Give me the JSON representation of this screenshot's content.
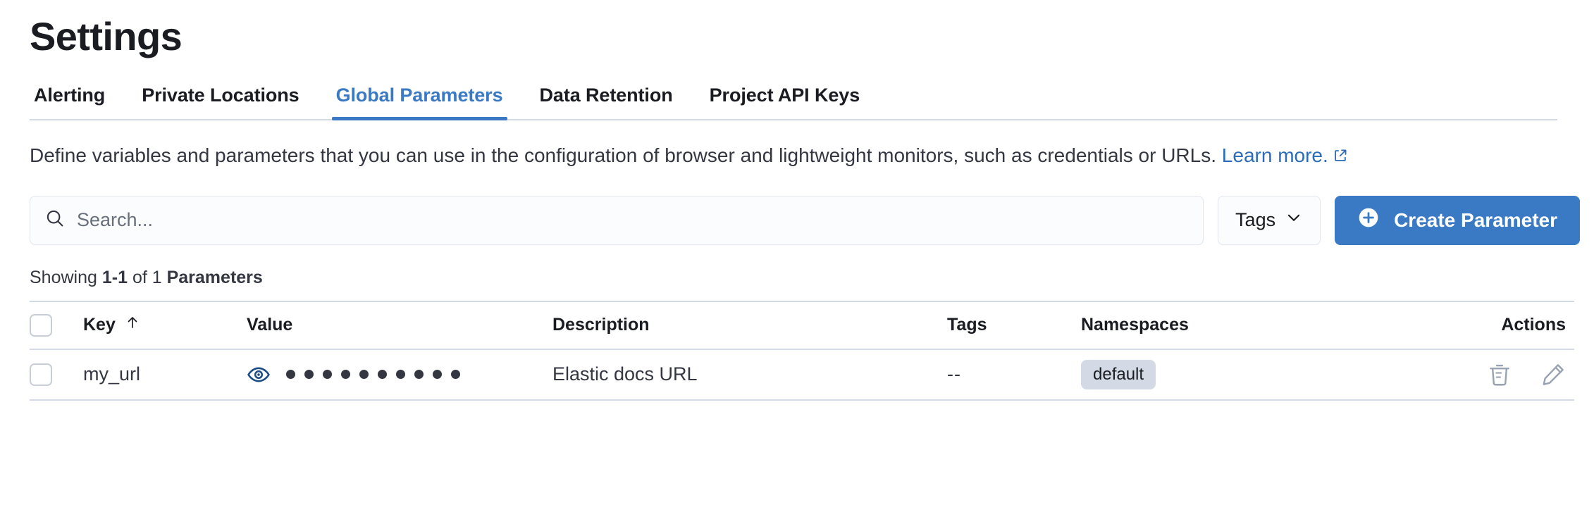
{
  "page": {
    "title": "Settings"
  },
  "tabs": [
    {
      "label": "Alerting",
      "active": false
    },
    {
      "label": "Private Locations",
      "active": false
    },
    {
      "label": "Global Parameters",
      "active": true
    },
    {
      "label": "Data Retention",
      "active": false
    },
    {
      "label": "Project API Keys",
      "active": false
    }
  ],
  "description": {
    "text": "Define variables and parameters that you can use in the configuration of browser and lightweight monitors, such as credentials or URLs. ",
    "link_text": "Learn more.",
    "link_icon": "external-link-icon"
  },
  "controls": {
    "search_placeholder": "Search...",
    "search_value": "",
    "search_icon": "search-icon",
    "tags_label": "Tags",
    "tags_icon": "chevron-down-icon",
    "create_label": "Create Parameter",
    "create_icon": "plus-circle-icon"
  },
  "results": {
    "prefix": "Showing ",
    "range": "1-1",
    "middle": " of 1 ",
    "suffix": "Parameters"
  },
  "table": {
    "columns": {
      "key": "Key",
      "key_sort_icon": "sort-arrow-up-icon",
      "value": "Value",
      "description": "Description",
      "tags": "Tags",
      "namespaces": "Namespaces",
      "actions": "Actions"
    },
    "rows": [
      {
        "key": "my_url",
        "value_icon": "eye-icon",
        "value_masked_dots": 10,
        "description": "Elastic docs URL",
        "tags": "--",
        "namespaces": [
          "default"
        ],
        "actions": [
          "trash-icon",
          "pencil-icon"
        ]
      }
    ]
  },
  "colors": {
    "accent_blue": "#3a7ac4",
    "link_blue": "#2b6cb8",
    "text": "#343741",
    "heading": "#1a1c21",
    "border": "#d3dae6",
    "badge_bg": "#d3dae6",
    "icon_gray": "#98a2b3"
  }
}
